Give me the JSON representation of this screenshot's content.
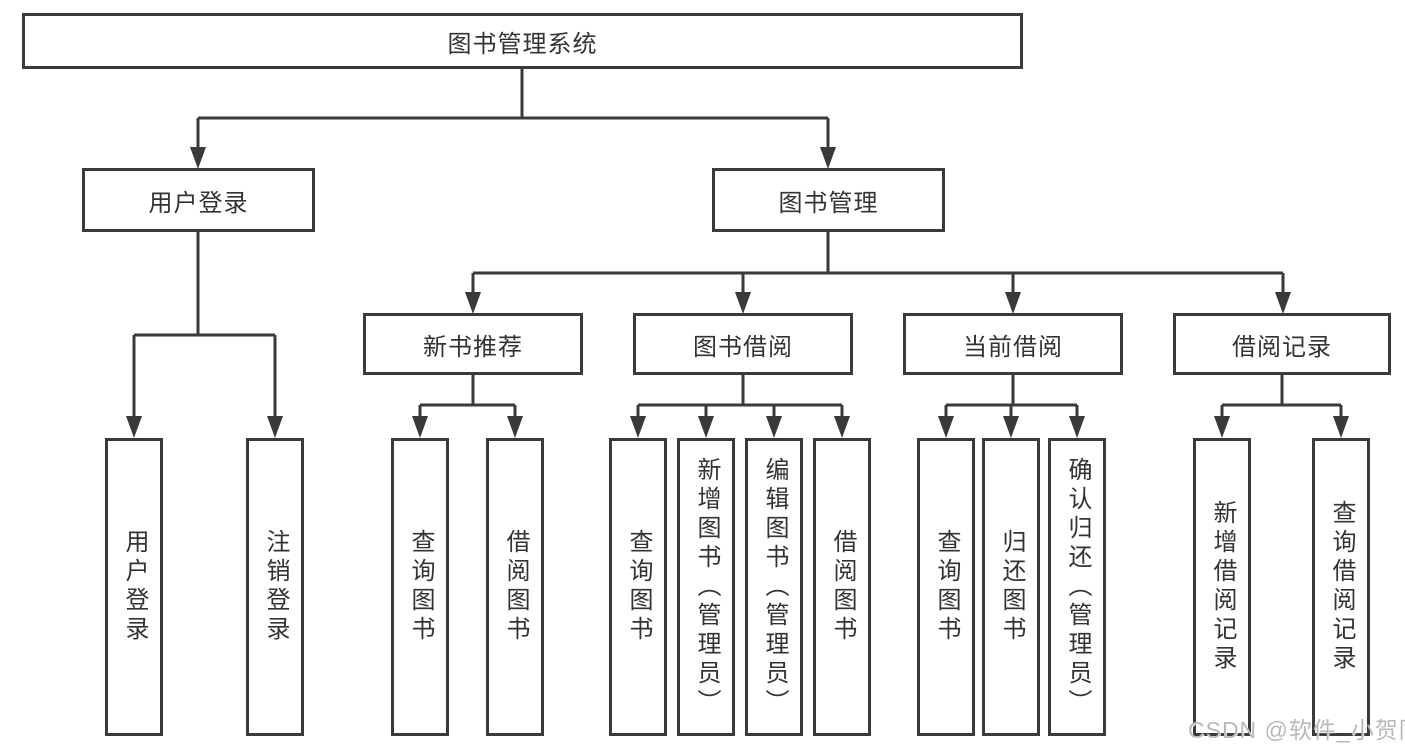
{
  "diagram": {
    "root": {
      "label": "图书管理系统"
    },
    "branches": [
      {
        "label": "用户登录",
        "children": [
          "用户登录",
          "注销登录"
        ]
      },
      {
        "label": "图书管理",
        "sections": [
          {
            "label": "新书推荐",
            "children": [
              "查询图书",
              "借阅图书"
            ]
          },
          {
            "label": "图书借阅",
            "children": [
              "查询图书",
              "新增图书（管理员）",
              "编辑图书（管理员）",
              "借阅图书"
            ]
          },
          {
            "label": "当前借阅",
            "children": [
              "查询图书",
              "归还图书",
              "确认归还（管理员）"
            ]
          },
          {
            "label": "借阅记录",
            "children": [
              "新增借阅记录",
              "查询借阅记录"
            ]
          }
        ]
      }
    ]
  },
  "watermark": {
    "text": "CSDN @软件_小贺同学"
  },
  "colors": {
    "line": "#3a3a3a",
    "text": "#333333",
    "watermark": "#b9b9b9"
  }
}
